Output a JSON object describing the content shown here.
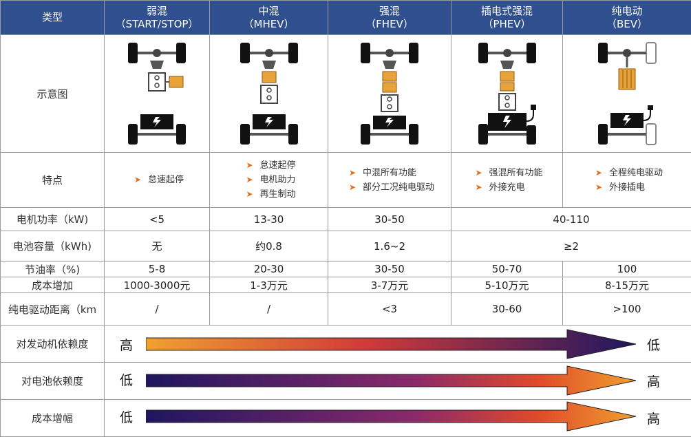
{
  "header": {
    "type_label": "类型",
    "cols": [
      {
        "name": "弱混",
        "code": "（START/STOP）"
      },
      {
        "name": "中混",
        "code": "（MHEV）"
      },
      {
        "name": "强混",
        "code": "（FHEV）"
      },
      {
        "name": "插电式强混",
        "code": "（PHEV）"
      },
      {
        "name": "纯电动",
        "code": "（BEV）"
      }
    ]
  },
  "rows": {
    "diagram_label": "示意图",
    "features_label": "特点",
    "features": [
      [
        "怠速起停"
      ],
      [
        "怠速起停",
        "电机助力",
        "再生制动"
      ],
      [
        "中混所有功能",
        "部分工况纯电驱动"
      ],
      [
        "强混所有功能",
        "外接充电"
      ],
      [
        "全程纯电驱动",
        "外接插电"
      ]
    ],
    "motor_power_label": "电机功率（kW)",
    "motor_power": [
      "<5",
      "13-30",
      "30-50",
      "40-110"
    ],
    "battery_label": "电池容量（kWh)",
    "battery": [
      "无",
      "约0.8",
      "1.6~2",
      "≥2"
    ],
    "fuel_label": "节油率（%)",
    "fuel": [
      "5-8",
      "20-30",
      "30-50",
      "50-70",
      "100"
    ],
    "cost_label": "成本增加",
    "cost": [
      "1000-3000元",
      "1-3万元",
      "3-7万元",
      "5-10万元",
      "8-15万元"
    ],
    "range_label": "纯电驱动距离（km",
    "range": [
      "/",
      "/",
      "<3",
      "30-60",
      ">100"
    ]
  },
  "arrows": [
    {
      "label": "对发动机依赖度",
      "start": "高",
      "end": "低",
      "from_color": "#f0a030",
      "to_color": "#1e1660"
    },
    {
      "label": "对电池依赖度",
      "start": "低",
      "end": "高",
      "from_color": "#1e1660",
      "to_color": "#f0a030"
    },
    {
      "label": "成本增幅",
      "start": "低",
      "end": "高",
      "from_color": "#1e1660",
      "to_color": "#f0a030"
    }
  ],
  "colors": {
    "header_bg": "#2f4f8e",
    "bullet": "#e26d1c",
    "motor": "#e8a23a"
  }
}
